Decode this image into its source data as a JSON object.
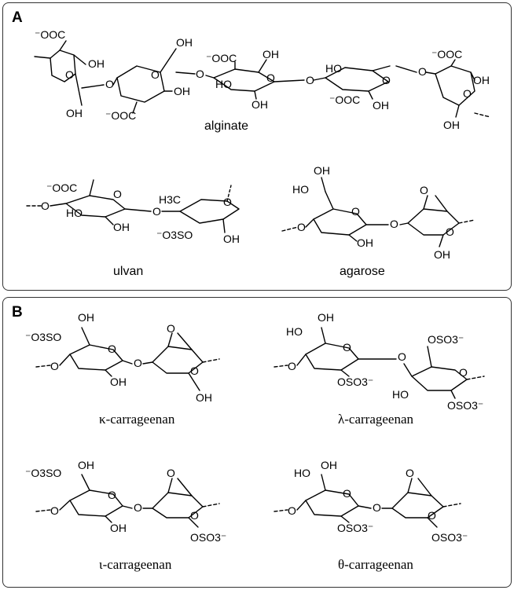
{
  "panel_a": {
    "label": "A",
    "compounds": {
      "alginate": "alginate",
      "ulvan": "ulvan",
      "agarose": "agarose"
    }
  },
  "panel_b": {
    "label": "B",
    "compounds": {
      "kappa": "κ-carrageenan",
      "lambda": "λ-carrageenan",
      "iota": "ι-carrageenan",
      "theta": "θ-carrageenan"
    }
  },
  "groups": {
    "oh": "OH",
    "ho": "HO",
    "o": "O",
    "coo": "OOC",
    "h3c": "H3C",
    "so": "SO",
    "oso3": "OSO3"
  }
}
